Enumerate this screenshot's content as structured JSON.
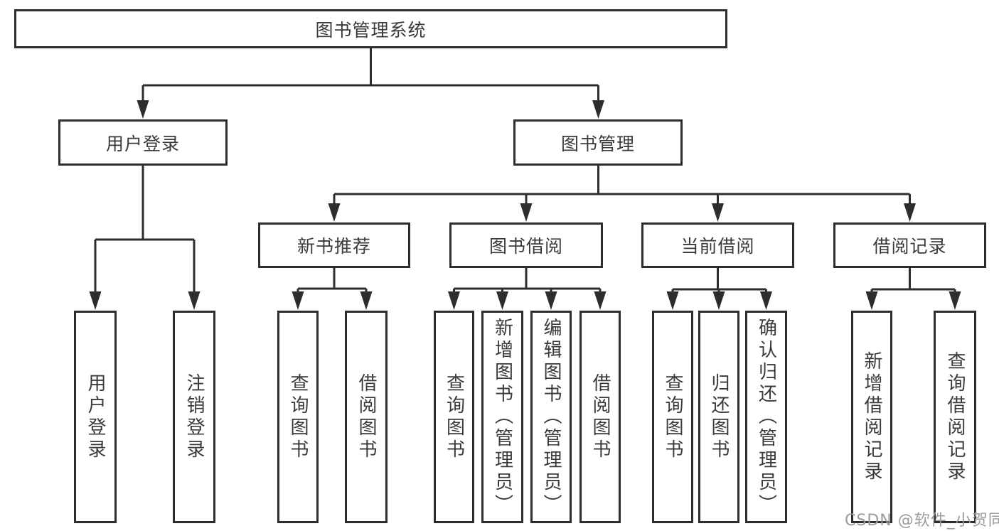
{
  "diagram": {
    "type": "tree",
    "background": "#ffffff",
    "line_color": "#2d2d2d",
    "text_color": "#3a3a3a",
    "watermark_color": "#9b9b9b"
  },
  "nodes": {
    "root": {
      "label": "图书管理系统"
    },
    "userLogin": {
      "label": "用户登录",
      "parent": "图书管理系统"
    },
    "bookMgmt": {
      "label": "图书管理",
      "parent": "图书管理系统"
    },
    "newBookRec": {
      "label": "新书推荐",
      "parent": "图书管理"
    },
    "bookBorrow": {
      "label": "图书借阅",
      "parent": "图书管理"
    },
    "currentBorrow": {
      "label": "当前借阅",
      "parent": "图书管理"
    },
    "borrowRecord": {
      "label": "借阅记录",
      "parent": "图书管理"
    },
    "leaves": [
      {
        "parent": "用户登录",
        "label": "用户登录"
      },
      {
        "parent": "用户登录",
        "label": "注销登录"
      },
      {
        "parent": "新书推荐",
        "label": "查询图书"
      },
      {
        "parent": "新书推荐",
        "label": "借阅图书"
      },
      {
        "parent": "图书借阅",
        "label": "查询图书"
      },
      {
        "parent": "图书借阅",
        "label": "新增图书（管理员）"
      },
      {
        "parent": "图书借阅",
        "label": "编辑图书（管理员）"
      },
      {
        "parent": "图书借阅",
        "label": "借阅图书"
      },
      {
        "parent": "当前借阅",
        "label": "查询图书"
      },
      {
        "parent": "当前借阅",
        "label": "归还图书"
      },
      {
        "parent": "当前借阅",
        "label": "确认归还（管理员）"
      },
      {
        "parent": "借阅记录",
        "label": "新增借阅记录"
      },
      {
        "parent": "借阅记录",
        "label": "查询借阅记录"
      }
    ]
  },
  "watermark": {
    "text": "CSDN @软件_小贺同学"
  }
}
